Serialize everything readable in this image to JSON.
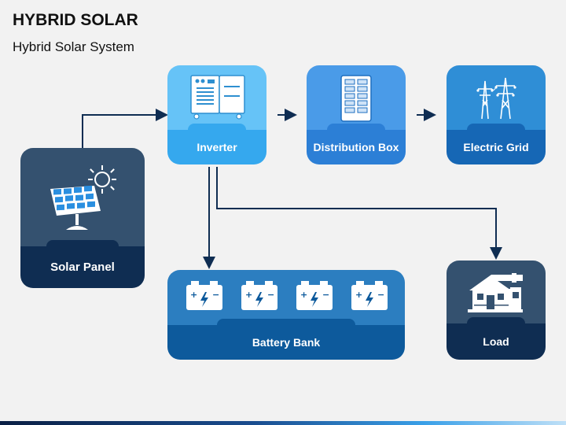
{
  "header": {
    "title": "HYBRID SOLAR",
    "subtitle": "Hybrid Solar System"
  },
  "nodes": {
    "inverter": {
      "label": "Inverter"
    },
    "distribution_box": {
      "label": "Distribution Box"
    },
    "electric_grid": {
      "label": "Electric Grid"
    },
    "solar_panel": {
      "label": "Solar Panel"
    },
    "battery_bank": {
      "label": "Battery Bank"
    },
    "load": {
      "label": "Load"
    }
  },
  "colors": {
    "dark_navy": "#0f2d52",
    "slate_blue": "#34516f",
    "light_blue": "#66c3f7",
    "mid_blue": "#2c7fd6",
    "connector": "#0f2d52"
  },
  "icons": {
    "inverter": "inverter-icon",
    "distribution_box": "breaker-panel-icon",
    "electric_grid": "power-tower-icon",
    "solar_panel": "solar-panel-icon",
    "battery_bank": "battery-icon",
    "load": "house-icon"
  }
}
